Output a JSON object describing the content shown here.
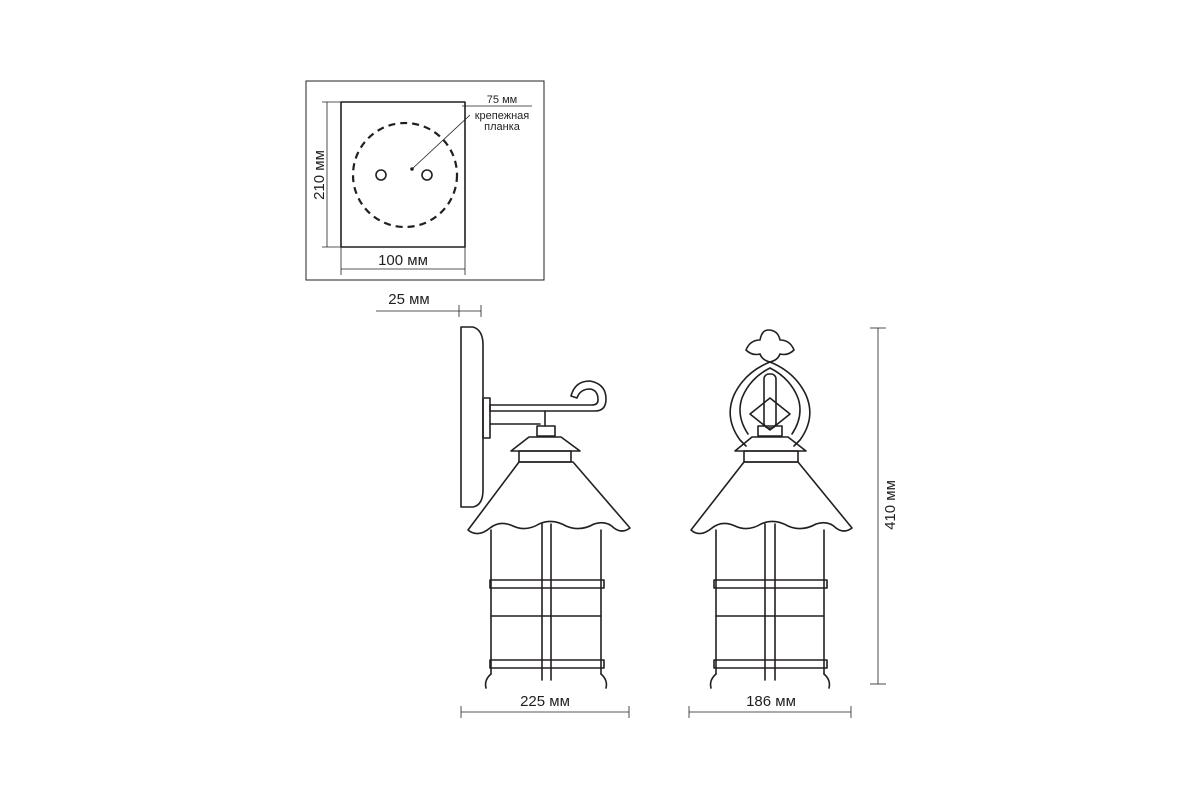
{
  "mounting_plate": {
    "height_label": "210 мм",
    "width_label": "100 мм",
    "hole_spacing_label": "75 мм",
    "bracket_label_line1": "крепежная",
    "bracket_label_line2": "планка"
  },
  "side_view": {
    "projection_label": "25 мм",
    "width_label": "225 мм"
  },
  "front_view": {
    "width_label": "186 мм",
    "height_label": "410 мм"
  },
  "colors": {
    "line": "#231f20",
    "background": "#ffffff"
  }
}
